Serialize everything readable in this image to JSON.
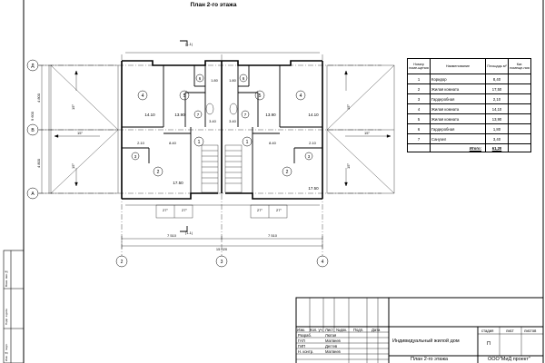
{
  "title": "План 2-го этажа",
  "axes": {
    "letters": [
      "Д",
      "В",
      "А"
    ],
    "numbers": [
      "2",
      "3",
      "4"
    ]
  },
  "dims": {
    "left_top": "4 800",
    "left_bottom": "4 800",
    "left_total": "9 600",
    "bottom_left": "7 510",
    "bottom_right": "7 510",
    "bottom_total": "15 020"
  },
  "section_marks": {
    "top": "|1-1|",
    "bottom": "|1-1|"
  },
  "rooms": {
    "left": [
      {
        "num": "4",
        "area": "14.10"
      },
      {
        "num": "5",
        "area": "13.90"
      },
      {
        "num": "6",
        "area": "1.80"
      },
      {
        "num": "7",
        "area": "3.40"
      },
      {
        "num": "1",
        "area": "8.40"
      },
      {
        "num": "2",
        "area": "17.50"
      },
      {
        "num": "3",
        "area": "2.10"
      }
    ],
    "right": [
      {
        "num": "4",
        "area": "14.10"
      },
      {
        "num": "5",
        "area": "13.90"
      },
      {
        "num": "6",
        "area": "1.80"
      },
      {
        "num": "7",
        "area": "3.40"
      },
      {
        "num": "1",
        "area": "8.40"
      },
      {
        "num": "2",
        "area": "17.50"
      },
      {
        "num": "3",
        "area": "2.10"
      }
    ]
  },
  "slopes": {
    "deg15": "15°",
    "deg27": "27°"
  },
  "explication": {
    "headers": [
      "Номер поме-щения",
      "Наименование",
      "Площадь м²",
      "Кат. помеще-ния"
    ],
    "rows": [
      {
        "num": "1",
        "name": "Коридор",
        "area": "8,40"
      },
      {
        "num": "2",
        "name": "Жилая комната",
        "area": "17,50"
      },
      {
        "num": "3",
        "name": "Гардеробная",
        "area": "2,10"
      },
      {
        "num": "4",
        "name": "Жилая комната",
        "area": "14,10"
      },
      {
        "num": "5",
        "name": "Жилая комната",
        "area": "13,90"
      },
      {
        "num": "6",
        "name": "Гардеробная",
        "area": "1,80"
      },
      {
        "num": "7",
        "name": "Санузел",
        "area": "3,40"
      }
    ],
    "total_label": "Итого:",
    "total_value": "61,20"
  },
  "side_stamp": [
    "Взам. инв.№",
    "Подп. и дата",
    "Инв. № подл."
  ],
  "stamp": {
    "header_cols": [
      "Изм.",
      "Кол. уч",
      "Лист",
      "№док.",
      "Подп.",
      "Дата"
    ],
    "roles": [
      {
        "role": "Разраб.",
        "name": "Лютая"
      },
      {
        "role": "ГАП",
        "name": "Матвеев"
      },
      {
        "role": "ГИП",
        "name": "Дегтев"
      },
      {
        "role": "Н. контр.",
        "name": "Матвеев"
      }
    ],
    "project_name": "Индивидуальный жилой дом",
    "sheet_name": "План 2-го этажа",
    "stage_label": "стадия",
    "sheet_label": "лист",
    "sheets_label": "листов",
    "stage_value": "П",
    "company": "ООО\"МиД проект\""
  }
}
